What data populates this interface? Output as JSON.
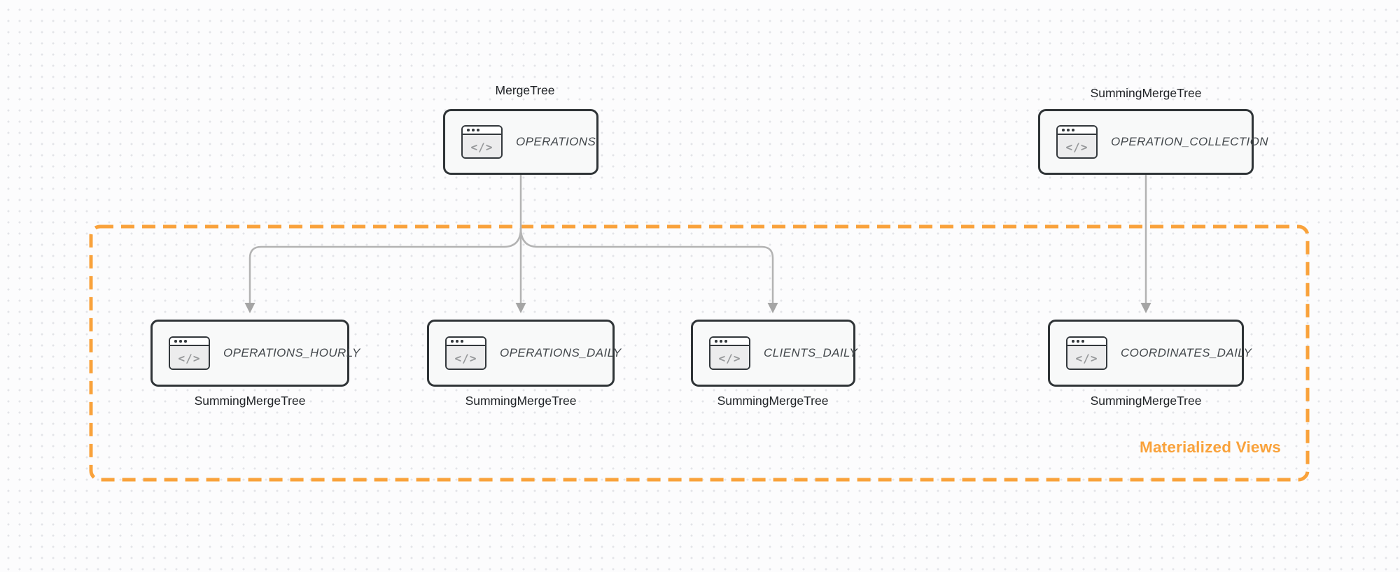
{
  "diagram": {
    "group": {
      "label": "Materialized Views",
      "accent_color": "#F9A23B"
    },
    "icon_glyph": "</>",
    "edge_color": "#b3b3b3",
    "nodes": [
      {
        "id": "operations",
        "title": "OPERATIONS",
        "engine_label": "MergeTree",
        "engine_position": "above",
        "icon": "code-window-icon"
      },
      {
        "id": "operation_collection",
        "title": "OPERATION_COLLECTION",
        "engine_label": "SummingMergeTree",
        "engine_position": "above",
        "icon": "code-window-icon"
      },
      {
        "id": "operations_hourly",
        "title": "OPERATIONS_HOURLY",
        "engine_label": "SummingMergeTree",
        "engine_position": "below",
        "icon": "code-window-icon"
      },
      {
        "id": "operations_daily",
        "title": "OPERATIONS_DAILY",
        "engine_label": "SummingMergeTree",
        "engine_position": "below",
        "icon": "code-window-icon"
      },
      {
        "id": "clients_daily",
        "title": "CLIENTS_DAILY",
        "engine_label": "SummingMergeTree",
        "engine_position": "below",
        "icon": "code-window-icon"
      },
      {
        "id": "coordinates_daily",
        "title": "COORDINATES_DAILY",
        "engine_label": "SummingMergeTree",
        "engine_position": "below",
        "icon": "code-window-icon"
      }
    ],
    "edges": [
      {
        "from": "operations",
        "to": "operations_hourly"
      },
      {
        "from": "operations",
        "to": "operations_daily"
      },
      {
        "from": "operations",
        "to": "clients_daily"
      },
      {
        "from": "operation_collection",
        "to": "coordinates_daily"
      }
    ]
  }
}
